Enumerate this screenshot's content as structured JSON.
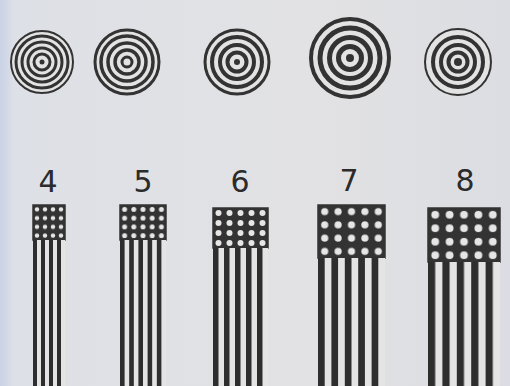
{
  "diagram": {
    "labels": [
      "4",
      "5",
      "6",
      "7",
      "8"
    ]
  }
}
